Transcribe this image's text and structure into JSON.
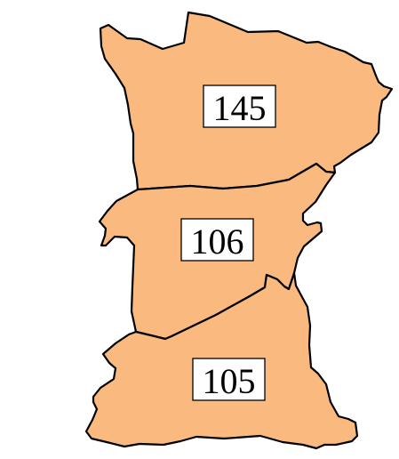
{
  "map": {
    "fill_color": "#F9B97F",
    "border_color": "#000000",
    "regions": [
      {
        "id": "north",
        "label": "145"
      },
      {
        "id": "middle",
        "label": "106"
      },
      {
        "id": "south",
        "label": "105"
      }
    ]
  }
}
